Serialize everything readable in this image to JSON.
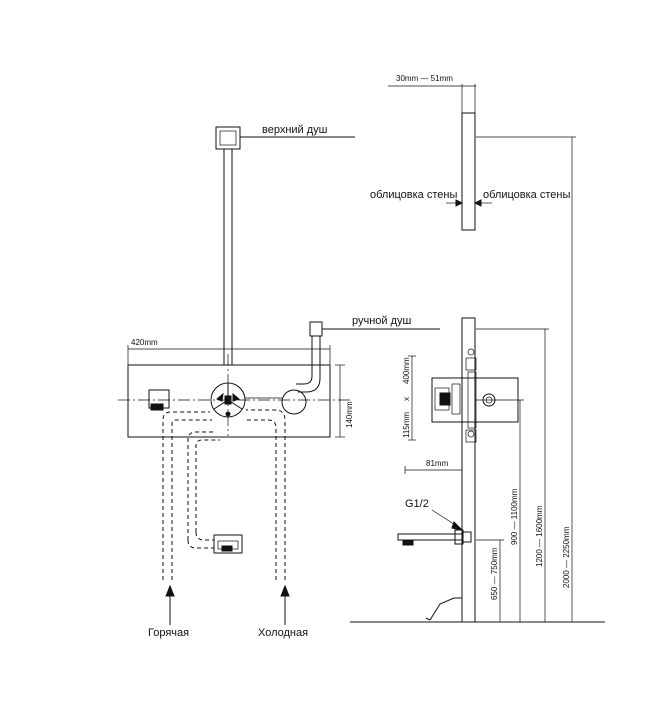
{
  "labels": {
    "upper_shower": "верхний душ",
    "hand_shower": "ручной душ",
    "wall_cladding_left": "облицовка стены",
    "wall_cladding_right": "облицовка стены",
    "hot": "Горячая",
    "cold": "Холодная",
    "thread": "G1/2"
  },
  "dimensions": {
    "wall_thickness": "30mm  —  51mm",
    "panel_width": "420mm",
    "panel_height": "140mm",
    "box_height": "400mm",
    "box_width": "115mm",
    "times": "x",
    "depth": "81mm",
    "spout_height": "650 — 750mm",
    "mixer_height": "900 — 1100mm",
    "hand_shower_height": "1200 — 1600mm",
    "upper_shower_height": "2000 — 2250mm"
  }
}
